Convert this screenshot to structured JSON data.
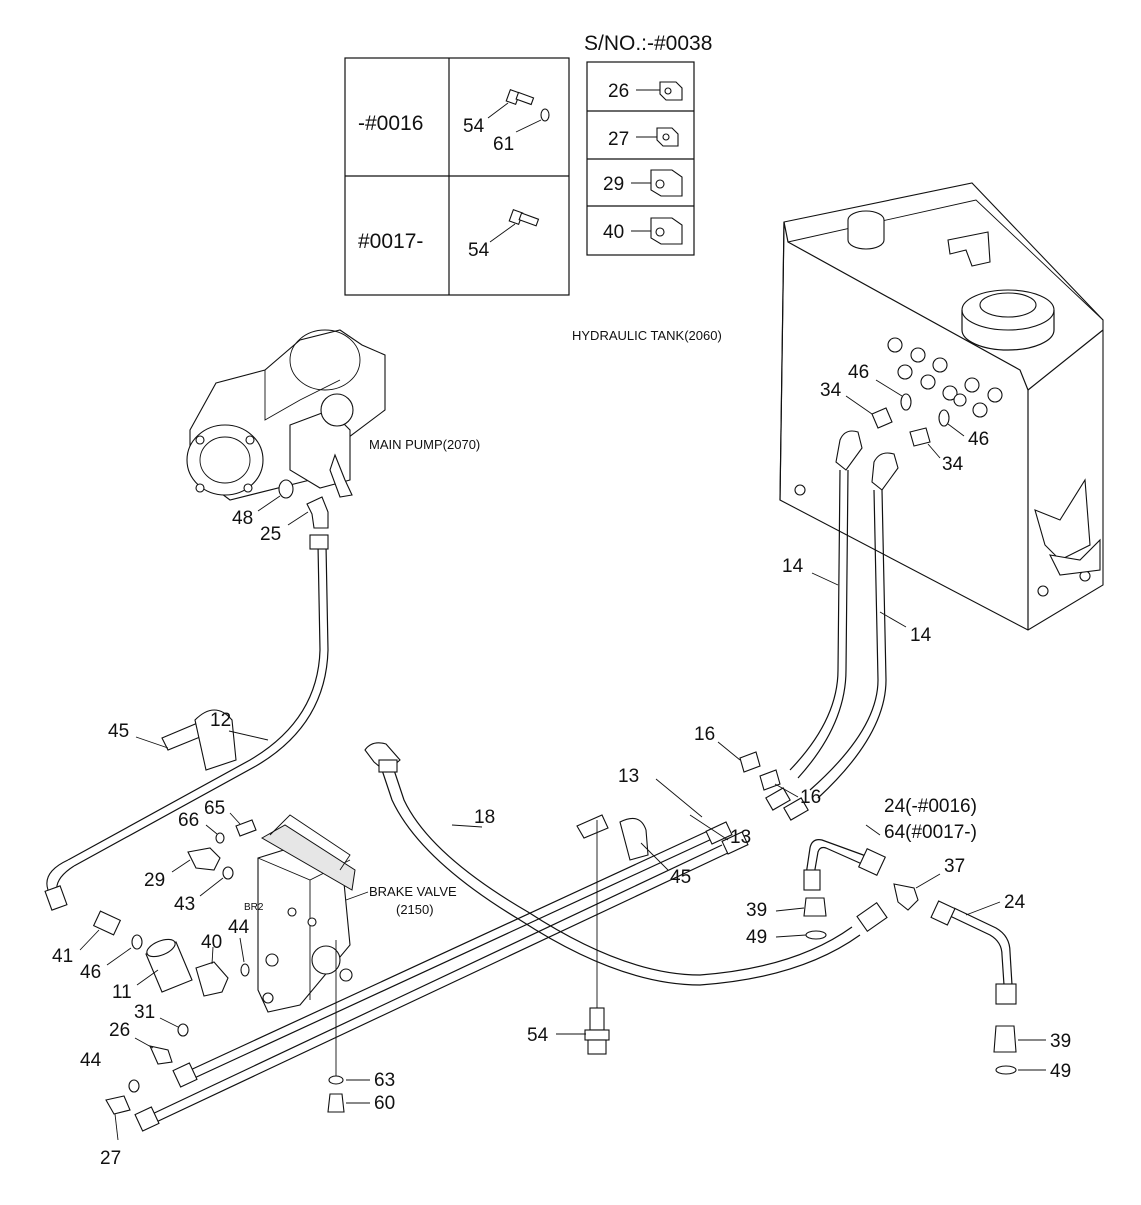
{
  "labels": {
    "hydraulic_tank": "HYDRAULIC TANK(2060)",
    "main_pump": "MAIN PUMP(2070)",
    "brake_valve_1": "BRAKE VALVE",
    "brake_valve_2": "(2150)",
    "brake_valve_port": "BR2"
  },
  "serial_table": {
    "row1_serial": "-#0016",
    "row1_parts": [
      "54",
      "61"
    ],
    "row2_serial": "#0017-",
    "row2_parts": [
      "54"
    ]
  },
  "sno_table": {
    "title": "S/NO.:-#0038",
    "items": [
      "26",
      "27",
      "29",
      "40"
    ]
  },
  "callouts": {
    "c12": "12",
    "c45a": "45",
    "c65": "65",
    "c66": "66",
    "c29": "29",
    "c43": "43",
    "c40": "40",
    "c44a": "44",
    "c41": "41",
    "c46a": "46",
    "c11": "11",
    "c31": "31",
    "c26": "26",
    "c44b": "44",
    "c27": "27",
    "c63": "63",
    "c60": "60",
    "c54": "54",
    "c18": "18",
    "c13a": "13",
    "c13b": "13",
    "c45b": "45",
    "c16a": "16",
    "c16b": "16",
    "c14a": "14",
    "c14b": "14",
    "c34a": "34",
    "c46b": "46",
    "c46c": "46",
    "c34b": "34",
    "c48": "48",
    "c25": "25",
    "c24a": "24(-#0016)",
    "c64": "64(#0017-)",
    "c37": "37",
    "c24b": "24",
    "c39a": "39",
    "c49a": "49",
    "c39b": "39",
    "c49b": "49"
  }
}
